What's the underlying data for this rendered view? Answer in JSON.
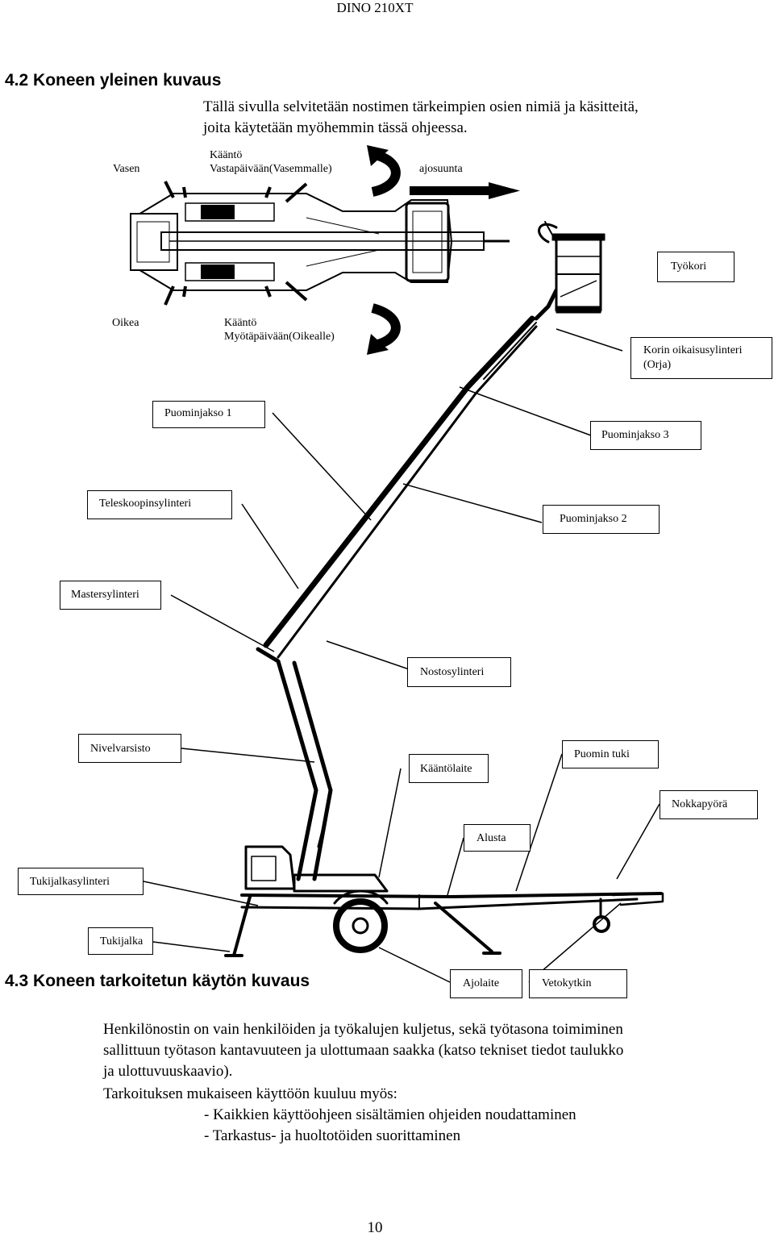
{
  "header": {
    "title": "DINO 210XT"
  },
  "section1": {
    "heading": "4.2   Koneen yleinen kuvaus",
    "intro_line1": "Tällä sivulla selvitetään nostimen tärkeimpien osien nimiä ja käsitteitä,",
    "intro_line2": "joita käytetään myöhemmin tässä ohjeessa."
  },
  "top_view": {
    "vasen": "Vasen",
    "kaanto_ccw_1": "Kääntö",
    "kaanto_ccw_2": "Vastapäivään(Vasemmalle)",
    "ajosuunta": "ajosuunta",
    "oikea": "Oikea",
    "kaanto_cw_1": "Kääntö",
    "kaanto_cw_2": "Myötäpäivään(Oikealle)"
  },
  "labels": {
    "tyokori": "Työkori",
    "korin_1": "Korin oikaisusylinteri",
    "korin_2": "(Orja)",
    "puominjakso1": "Puominjakso 1",
    "puominjakso3": "Puominjakso 3",
    "teleskoopinsylinteri": "Teleskoopinsylinteri",
    "puominjakso2": "Puominjakso 2",
    "mastersylinteri": "Mastersylinteri",
    "nostosylinteri": "Nostosylinteri",
    "nivelvarsisto": "Nivelvarsisto",
    "kaantolaite": "Kääntölaite",
    "puomin_tuki": "Puomin tuki",
    "nokkapyora": "Nokkapyörä",
    "alusta": "Alusta",
    "tukijalkasylinteri": "Tukijalkasylinteri",
    "tukijalka": "Tukijalka",
    "ajolaite": "Ajolaite",
    "vetokytkin": "Vetokytkin"
  },
  "section2": {
    "heading": "4.3   Koneen tarkoitetun käytön kuvaus",
    "p1_l1": "Henkilönostin on vain henkilöiden ja työkalujen kuljetus, sekä työtasona toimiminen",
    "p1_l2": "sallittuun työtason kantavuuteen ja ulottumaan saakka (katso tekniset tiedot taulukko",
    "p1_l3": "ja ulottuvuuskaavio).",
    "p2": "Tarkoituksen mukaiseen käyttöön kuuluu myös:",
    "bullet1": "- Kaikkien käyttöohjeen sisältämien ohjeiden noudattaminen",
    "bullet2": "- Tarkastus- ja huoltotöiden suorittaminen"
  },
  "footer": {
    "page_number": "10"
  }
}
